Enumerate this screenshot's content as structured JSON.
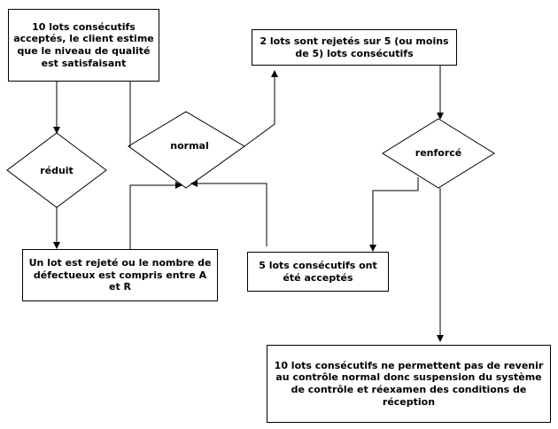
{
  "nodes": {
    "accepted10": "10 lots consécutifs acceptés, le client estime que le niveau de qualité est satisfaisant",
    "rejected2": "2 lots sont rejetés sur 5 (ou moins de 5) lots consécutifs",
    "reduced": "réduit",
    "normal": "normal",
    "tightened": "renforcé",
    "lotRejected": "Un lot est rejeté ou le nombre de défectueux est compris entre A et R",
    "accepted5": "5 lots consécutifs ont été acceptés",
    "suspension": "10 lots consécutifs ne permettent pas de revenir au contrôle normal donc suspension du système de contrôle et réexamen des conditions de réception"
  },
  "colors": {
    "stroke": "#000000",
    "fill": "#ffffff"
  }
}
